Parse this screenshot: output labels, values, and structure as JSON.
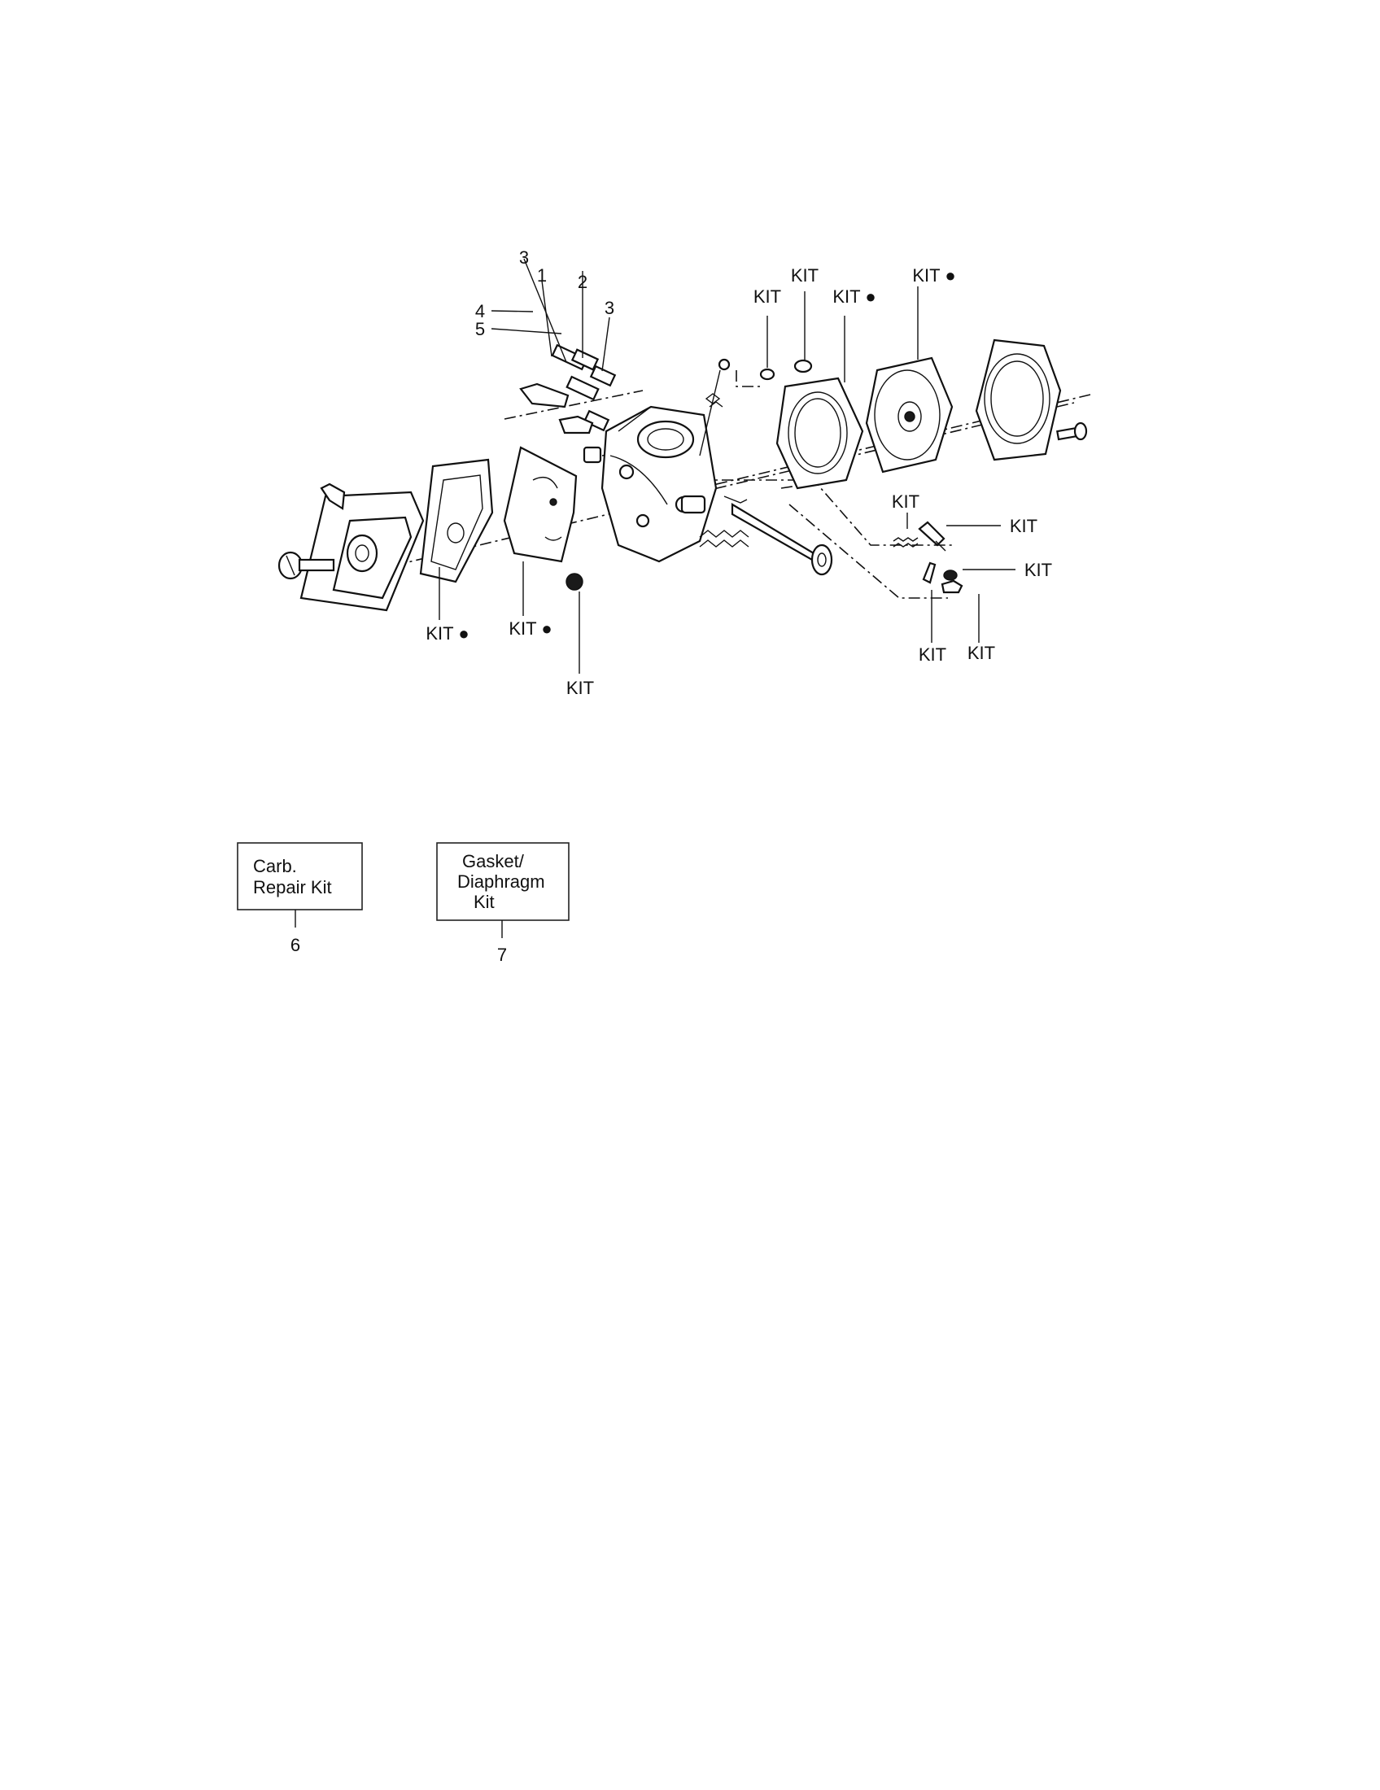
{
  "callouts": {
    "n3a": "3",
    "n1": "1",
    "n2": "2",
    "n3b": "3",
    "n4": "4",
    "n5": "5",
    "kit": "KIT",
    "kit_dot": "KIT ●"
  },
  "kits": [
    {
      "number": "6",
      "lines": [
        "Carb.",
        "Repair Kit"
      ]
    },
    {
      "number": "7",
      "lines": [
        "Gasket/",
        "Diaphragm",
        "Kit"
      ]
    }
  ]
}
